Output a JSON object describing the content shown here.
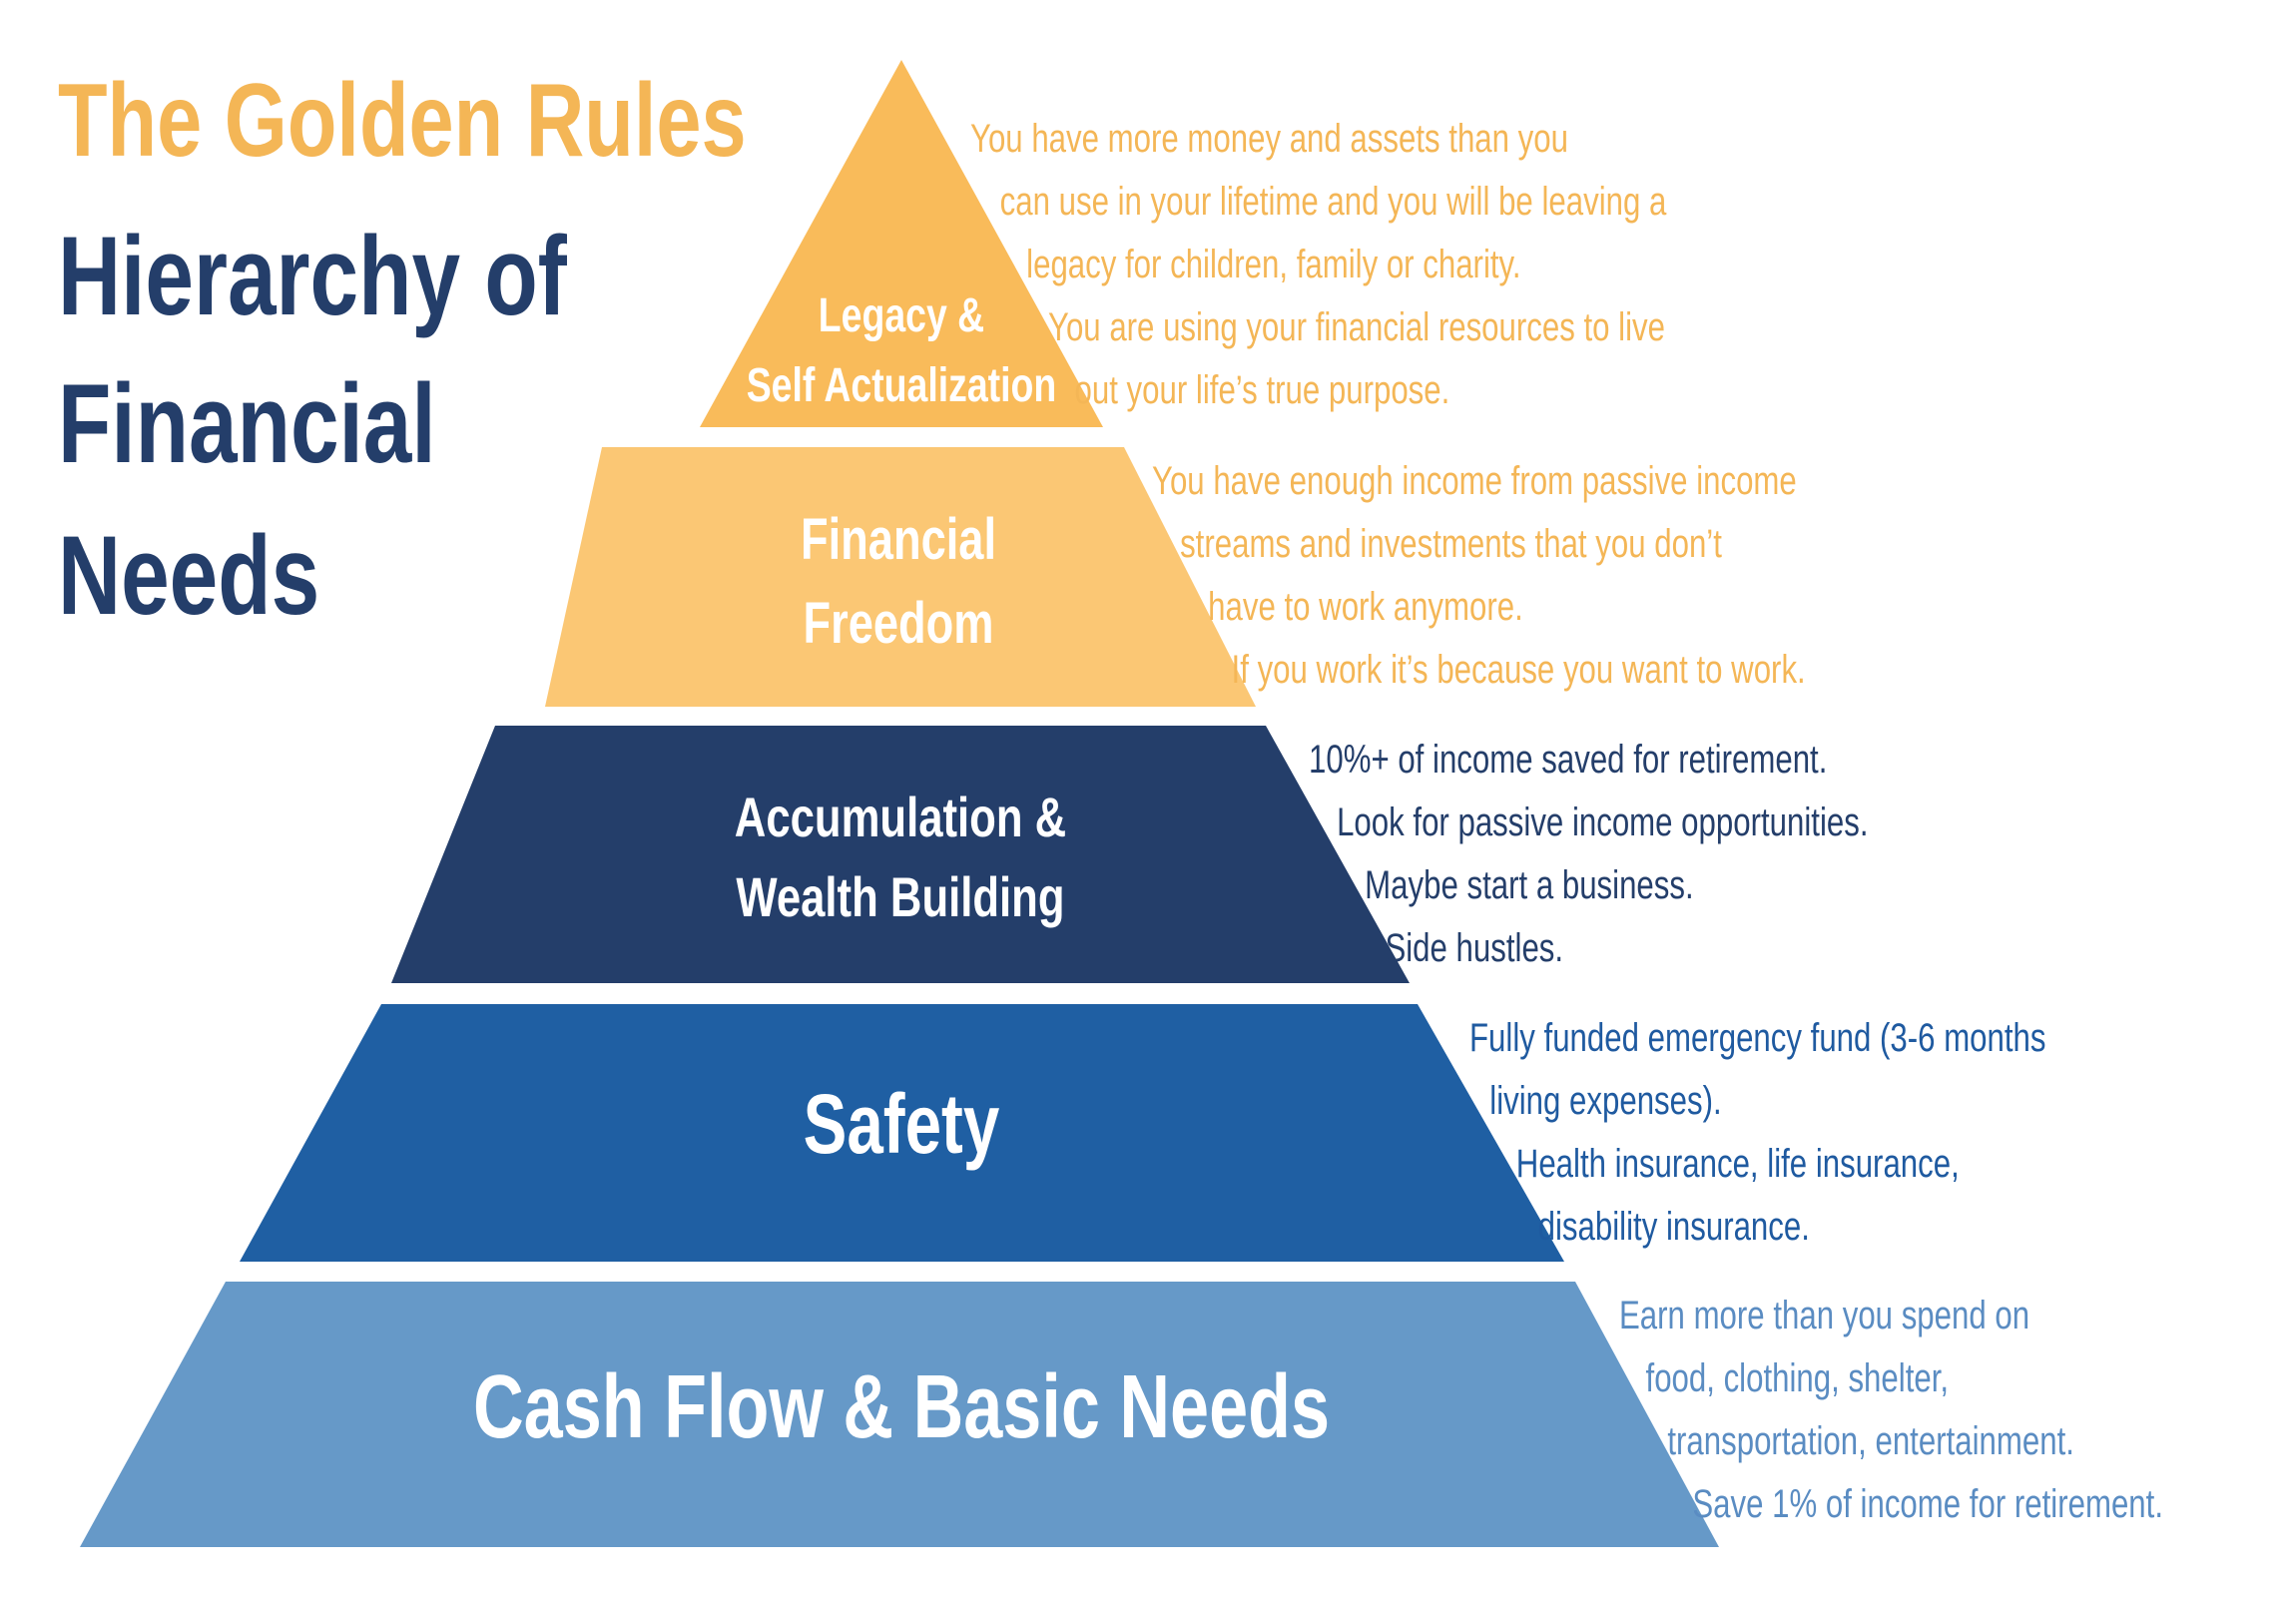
{
  "title": {
    "line1": "The Golden Rules",
    "line2": "Hierarchy of",
    "line3": "Financial",
    "line4": "Needs"
  },
  "colors": {
    "gold_dark": "#f9bb5a",
    "gold_light": "#fbc774",
    "navy": "#243e6a",
    "blue": "#1f5fa3",
    "light_blue": "#6699c8",
    "gold_text": "#f4b656",
    "navy_text": "#243e6a",
    "blue_text": "#1f5aa0",
    "lightblue_text": "#5a8cc2"
  },
  "levels": [
    {
      "id": "legacy",
      "label_lines": [
        "Legacy &",
        "Self Actualization"
      ],
      "description_lines": [
        "You have more money and assets than you",
        "can use in your lifetime and you will be leaving a",
        "legacy for children, family or charity.",
        "You are using your financial resources to live",
        "out your life’s true purpose."
      ]
    },
    {
      "id": "financial-freedom",
      "label_lines": [
        "Financial",
        "Freedom"
      ],
      "description_lines": [
        "You have enough income from passive income",
        "streams and investments that you don’t",
        "have to work anymore.",
        "If you work it’s because you want to work."
      ]
    },
    {
      "id": "accumulation",
      "label_lines": [
        "Accumulation &",
        "Wealth Building"
      ],
      "description_lines": [
        "10%+ of income saved for retirement.",
        "Look for passive income opportunities.",
        "Maybe start a business.",
        "Side hustles."
      ]
    },
    {
      "id": "safety",
      "label_lines": [
        "Safety"
      ],
      "description_lines": [
        "Fully funded emergency fund (3-6 months",
        "living expenses).",
        "Health insurance, life insurance,",
        "disability insurance."
      ]
    },
    {
      "id": "cash-flow",
      "label_lines": [
        "Cash Flow & Basic Needs"
      ],
      "description_lines": [
        "Earn more than you spend on",
        "food, clothing, shelter,",
        "transportation, entertainment.",
        "Save 1% of income for retirement."
      ]
    }
  ]
}
